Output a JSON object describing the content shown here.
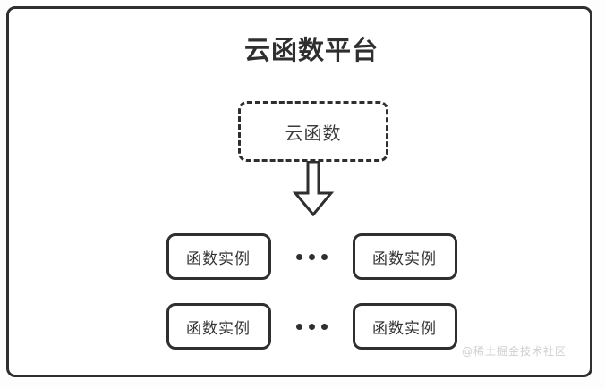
{
  "diagram": {
    "title": "云函数平台",
    "cloud_function": {
      "label": "云函数",
      "border_style": "dashed"
    },
    "arrow": {
      "icon": "down-block-arrow",
      "direction": "down"
    },
    "ellipsis": "•••",
    "instance_rows": [
      {
        "left": {
          "label": "函数实例"
        },
        "separator": "•••",
        "right": {
          "label": "函数实例"
        }
      },
      {
        "left": {
          "label": "函数实例"
        },
        "separator": "•••",
        "right": {
          "label": "函数实例"
        }
      }
    ],
    "watermark": "@稀土掘金技术社区",
    "colors": {
      "stroke": "#2f2f2f",
      "title_text": "#2f2f2f",
      "box_text": "#333333",
      "watermark_text": "#cfcfcf",
      "background": "#ffffff"
    }
  }
}
